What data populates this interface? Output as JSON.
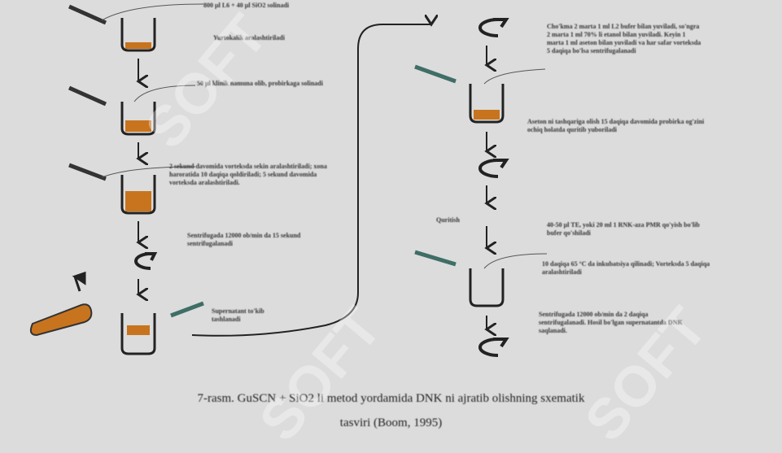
{
  "left_steps": [
    {
      "text": "800 µl L6 + 40 µl SiO2 solinadi",
      "sub": "Yurtokalik aralashtiriladi"
    },
    {
      "text": "50 µl klinik namuna olib, probirkaga solinadi"
    },
    {
      "text": "2 sekund davomida vorteksda sekin aralashtiriladi; xona haroratida 10 daqiqa qoldiriladi; 5 sekund davomida vorteksda aralashtiriladi."
    },
    {
      "text": "Sentrifugada 12000 ob/min da 15 sekund sentrifugalanadi"
    },
    {
      "text": "Supernatant to'kib tashlanadi"
    }
  ],
  "right_steps": [
    {
      "text": "Cho'kma 2 marta 1 ml L2 bufer bilan yuviladi, so'ngra 2 marta 1 ml 70% li etanol bilan yuviladi. Keyin 1 marta 1 ml aseton bilan yuviladi va har safar vorteksda 5 daqiqa bo'lsa sentrifugalanadi"
    },
    {
      "text": "Aseton ni tashqariga olish 15 daqiqa davomida probirka og'zini ochiq holatda quritib yuboriladi"
    },
    {
      "text": "Quritish"
    },
    {
      "text": "40-50 µl TE, yoki 20 ml 1 RNK-aza PMR qo'yish bo'lib bufer qo'shiladi"
    },
    {
      "text": "10 daqiqa 65 °C da inkubatsiya qilinadi; Vorteksda 5 daqiqa aralashtiriladi"
    },
    {
      "text": "Sentrifugada 12000 ob/min da 2 daqiqa sentrifugalanadi. Hosil bo'lgan supernatantda DNK saqlanadi."
    }
  ],
  "caption": {
    "line1": "7-rasm. GuSCN + SiO2 li metod yordamida DNK ni ajratib olishning sxematik",
    "line2": "tasviri (Boom, 1995)"
  },
  "watermark": "SOFT",
  "colors": {
    "liquid": "#c8741e",
    "accent": "#b8f0d8",
    "pipette": "#3f6e66"
  }
}
